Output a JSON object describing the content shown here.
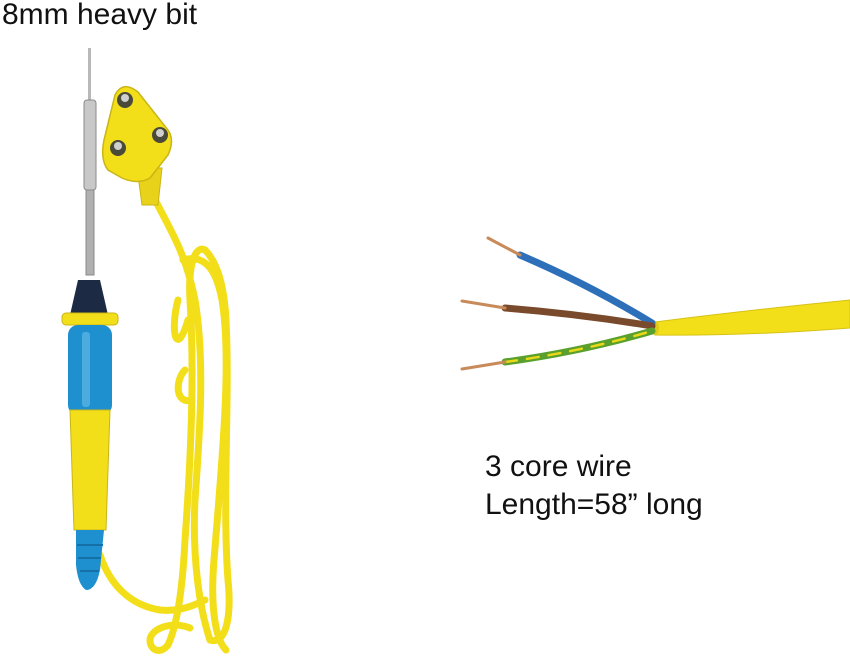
{
  "labels": {
    "bit": "8mm heavy bit",
    "wire_core": "3 core wire",
    "wire_length": "Length=58” long"
  },
  "colors": {
    "background": "#ffffff",
    "cable_yellow": "#f3de1a",
    "handle_blue": "#1e8fcf",
    "wire_blue": "#2d6fb8",
    "wire_brown": "#7a4a2c",
    "wire_green": "#5aa02c",
    "copper": "#c98a5a",
    "steel": "#b8b8b8"
  }
}
